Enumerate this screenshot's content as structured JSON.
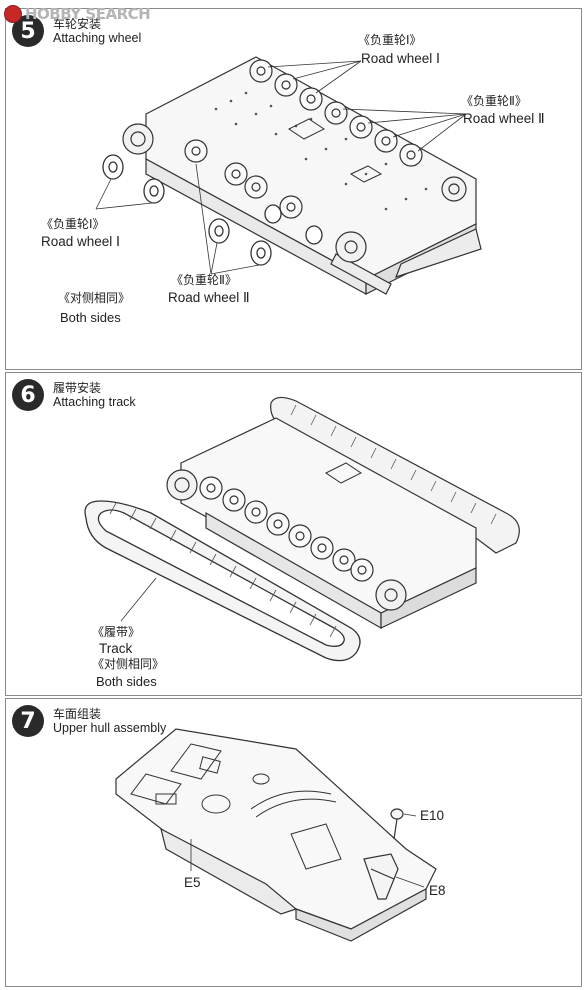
{
  "watermark": {
    "text": "HOBBY SEARCH"
  },
  "steps": [
    {
      "number": "5",
      "title_cn": "车轮安装",
      "title_en": "Attaching wheel",
      "labels": {
        "rw1_top_cn": "《负重轮Ⅰ》",
        "rw1_top_en": "Road wheel Ⅰ",
        "rw2_top_cn": "《负重轮Ⅱ》",
        "rw2_top_en": "Road wheel Ⅱ",
        "rw1_left_cn": "《负重轮Ⅰ》",
        "rw1_left_en": "Road wheel Ⅰ",
        "rw2_bottom_cn": "《负重轮Ⅱ》",
        "rw2_bottom_en": "Road wheel Ⅱ",
        "both_cn": "《对侧相同》",
        "both_en": "Both sides"
      }
    },
    {
      "number": "6",
      "title_cn": "履带安装",
      "title_en": "Attaching track",
      "labels": {
        "track_cn": "《履带》",
        "track_en": "Track",
        "both_cn": "《对侧相同》",
        "both_en": "Both sides"
      }
    },
    {
      "number": "7",
      "title_cn": "车面组装",
      "title_en": "Upper hull assembly",
      "labels": {
        "e10": "E10",
        "e5": "E5",
        "e8": "E8"
      }
    }
  ]
}
